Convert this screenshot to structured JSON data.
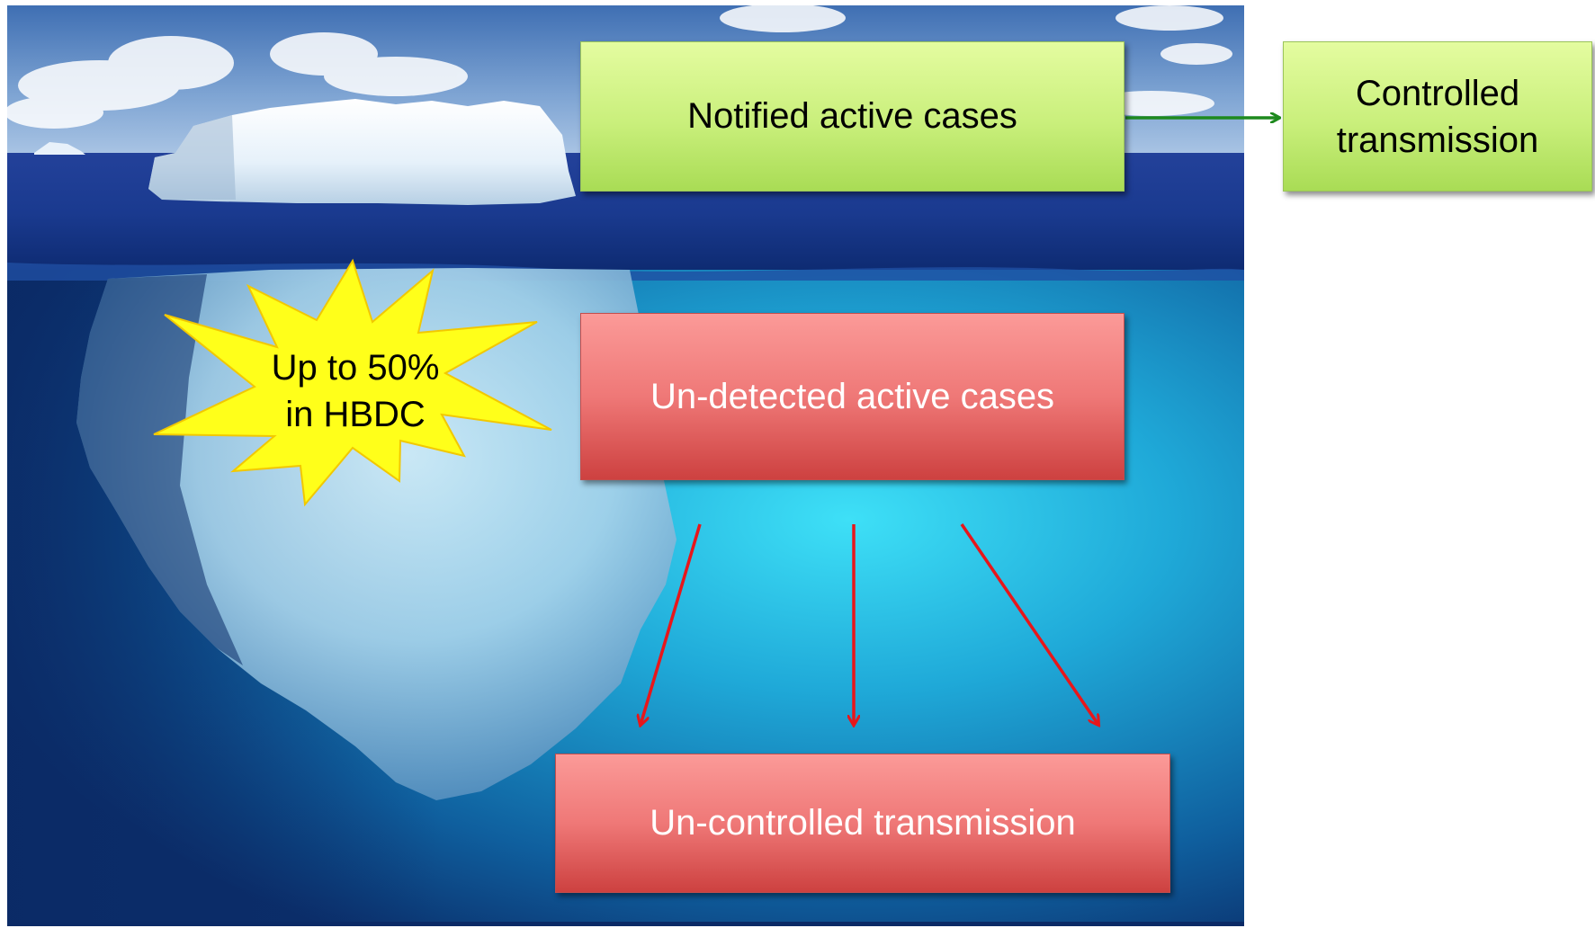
{
  "boxes": {
    "notified": "Notified active cases",
    "controlled_line1": "Controlled",
    "controlled_line2": "transmission",
    "undetected": "Un-detected active cases",
    "uncontrolled": "Un-controlled transmission"
  },
  "starburst": {
    "line1": "Up to 50%",
    "line2": "in HBDC"
  },
  "colors": {
    "green_arrow": "#1e8a1e",
    "red_arrow": "#e8161a",
    "starburst_fill": "#ffff1a",
    "green_box": "#c9ef7b",
    "red_box": "#ef7877"
  },
  "icons": {
    "background": "iceberg-photo",
    "callout": "explosion-starburst"
  }
}
